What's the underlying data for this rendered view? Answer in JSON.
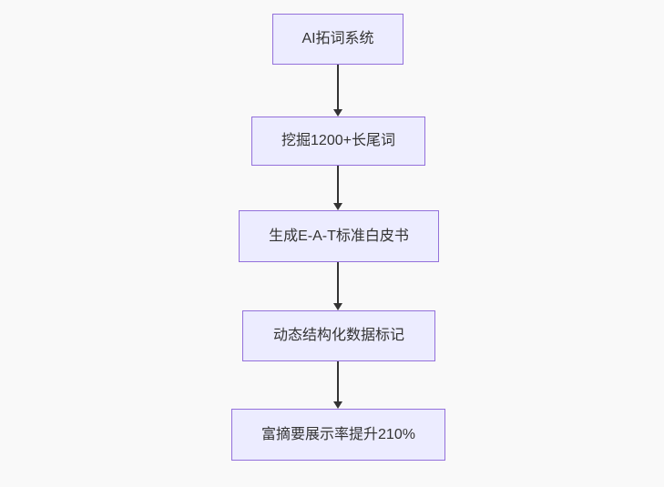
{
  "theme": {
    "background": "#f9f9f9",
    "node_fill": "#ececff",
    "node_border": "#9370db",
    "arrow_color": "#333333",
    "text_color": "#333333"
  },
  "flowchart": {
    "type": "flowchart",
    "direction": "top-down",
    "nodes": [
      {
        "id": "A",
        "label": "AI拓词系统"
      },
      {
        "id": "B",
        "label": "挖掘1200+长尾词"
      },
      {
        "id": "C",
        "label": "生成E-A-T标准白皮书"
      },
      {
        "id": "D",
        "label": "动态结构化数据标记"
      },
      {
        "id": "E",
        "label": "富摘要展示率提升210%"
      }
    ],
    "edges": [
      {
        "from": "A",
        "to": "B"
      },
      {
        "from": "B",
        "to": "C"
      },
      {
        "from": "C",
        "to": "D"
      },
      {
        "from": "D",
        "to": "E"
      }
    ]
  }
}
